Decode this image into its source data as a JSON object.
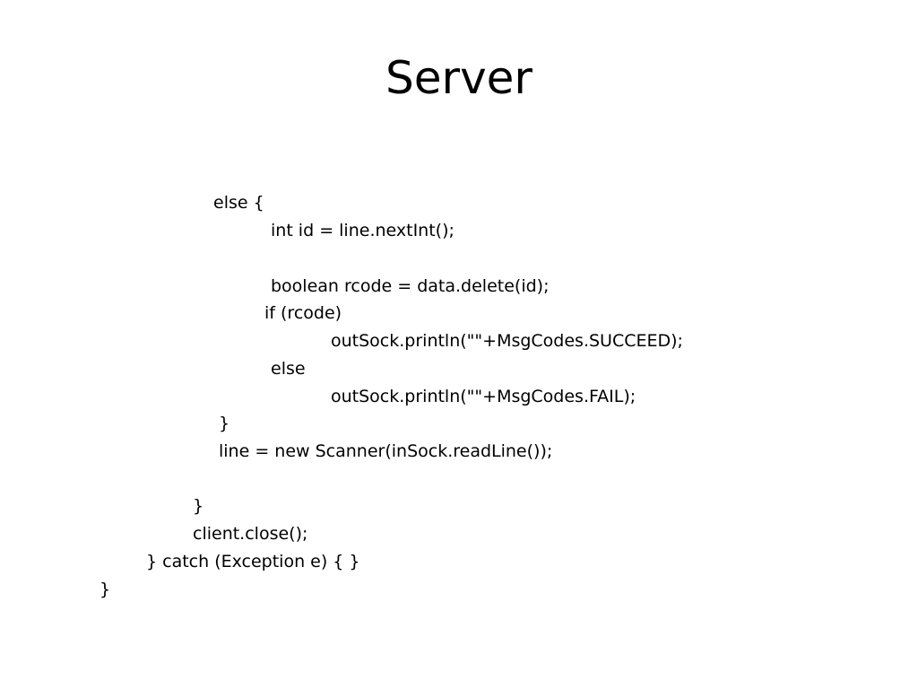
{
  "slide": {
    "title": "Server",
    "code_lines": [
      "else {",
      "int id = line.nextInt();",
      "boolean rcode = data.delete(id);",
      "if (rcode)",
      "outSock.println(\"\"+MsgCodes.SUCCEED);",
      "else",
      "outSock.println(\"\"+MsgCodes.FAIL);",
      "}",
      "line = new Scanner(inSock.readLine());",
      "}",
      "client.close();",
      "} catch (Exception e) { }",
      "}"
    ]
  }
}
